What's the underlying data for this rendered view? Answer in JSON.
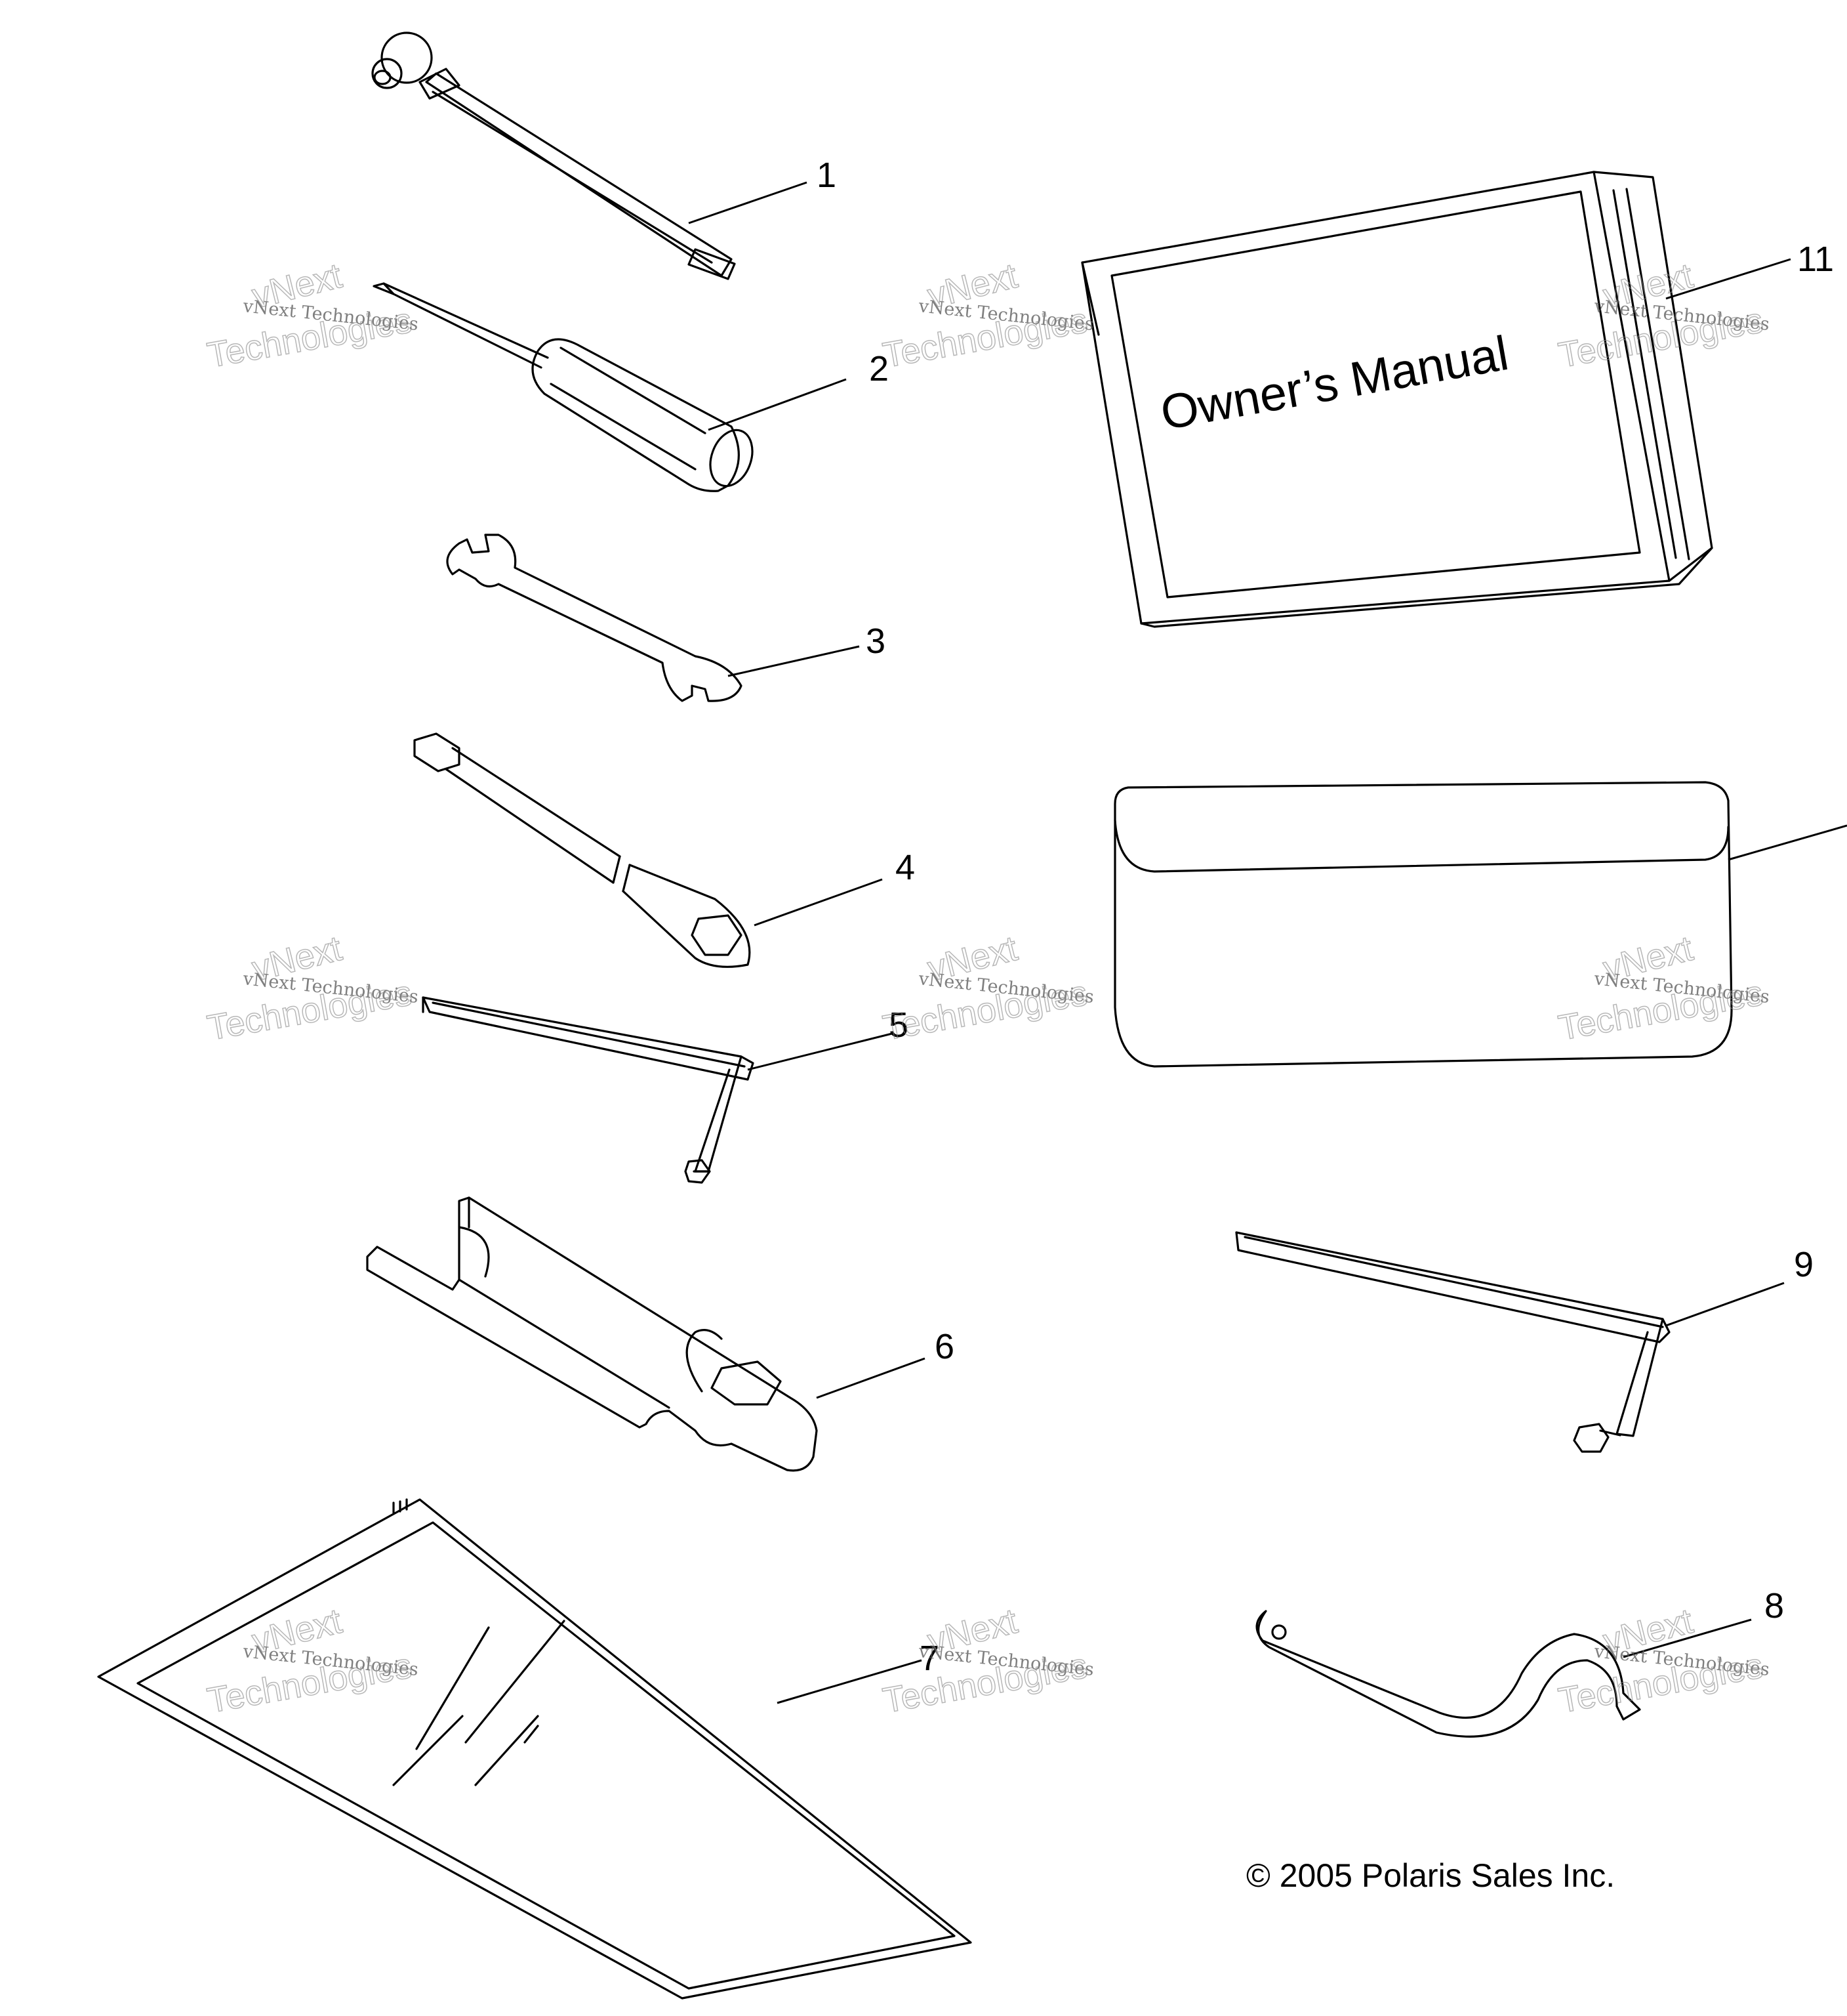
{
  "diagram": {
    "callouts": [
      "1",
      "2",
      "3",
      "4",
      "5",
      "6",
      "7",
      "8",
      "9",
      "11"
    ],
    "manual_cover_text": "Owner’s Manual",
    "copyright": "© 2005 Polaris Sales Inc.",
    "watermark": {
      "line1": "vNext Technologies",
      "line2a": "vNext",
      "line2b": "Technologies"
    }
  }
}
